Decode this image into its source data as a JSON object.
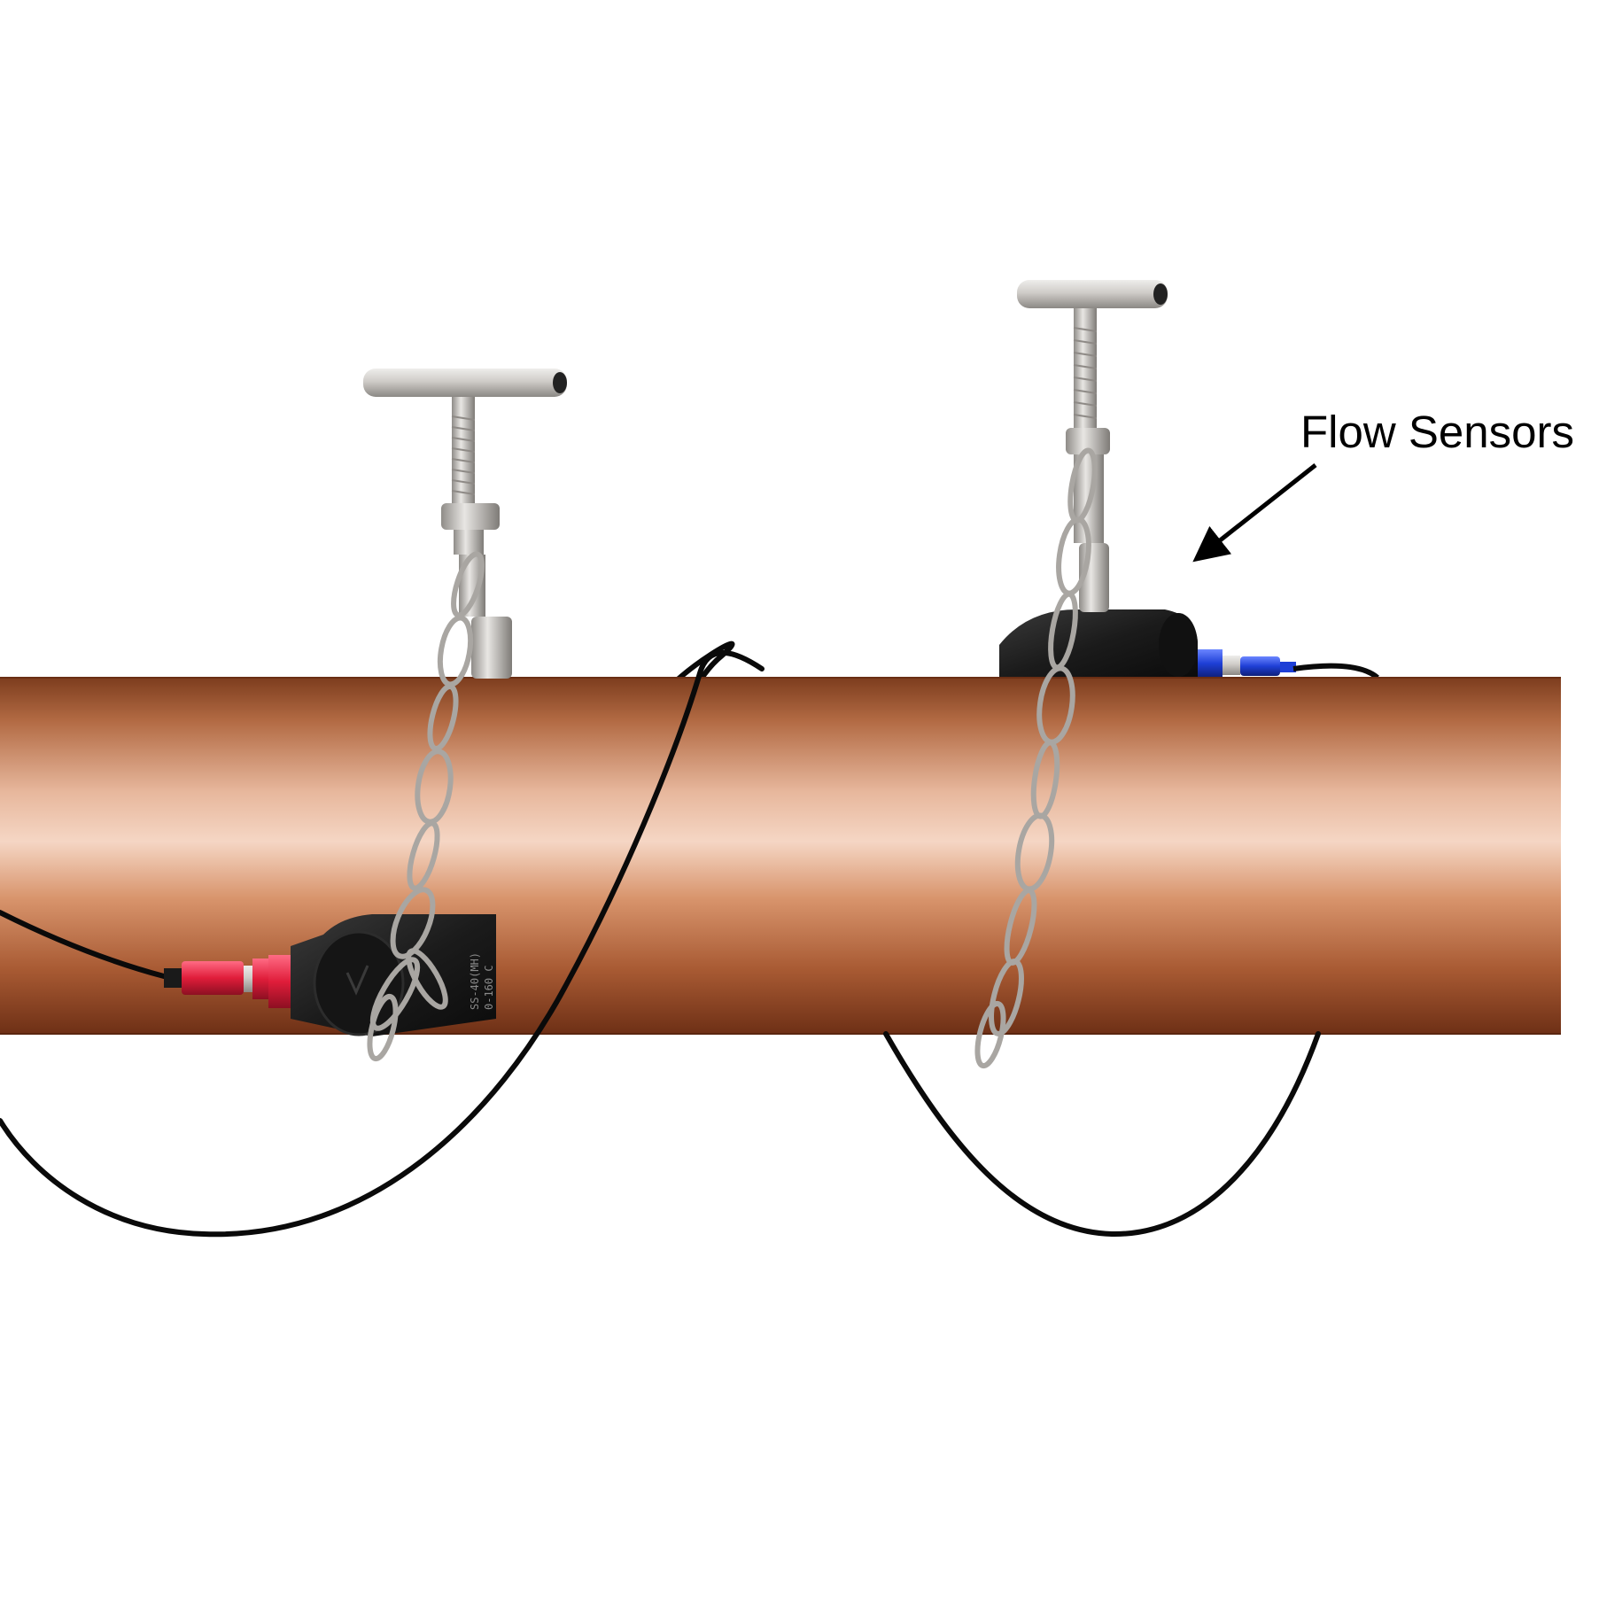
{
  "callout": {
    "label": "Flow Sensors",
    "arrow_target": "downstream-sensor"
  },
  "colors": {
    "background": "#ffffff",
    "pipe_highlight": "#f3d2bf",
    "pipe_mid": "#c67f55",
    "pipe_shadow": "#7a3a1c",
    "cable": "#0a0a0a",
    "sensor_body": "#1a1a1a",
    "connector_upstream": "#e01d3a",
    "connector_downstream": "#1e3fd6",
    "steel": "#c9c6c2",
    "chain": "#b5b2ae"
  },
  "sensors": [
    {
      "id": "upstream",
      "connector_color": "red",
      "markings": [
        "SS-40(MH)",
        "0-160 C"
      ]
    },
    {
      "id": "downstream",
      "connector_color": "blue",
      "markings": []
    }
  ],
  "icons": [
    "t-handle-clamp-icon",
    "chain-icon",
    "sensor-transducer-icon",
    "cable-icon",
    "arrow-icon"
  ]
}
